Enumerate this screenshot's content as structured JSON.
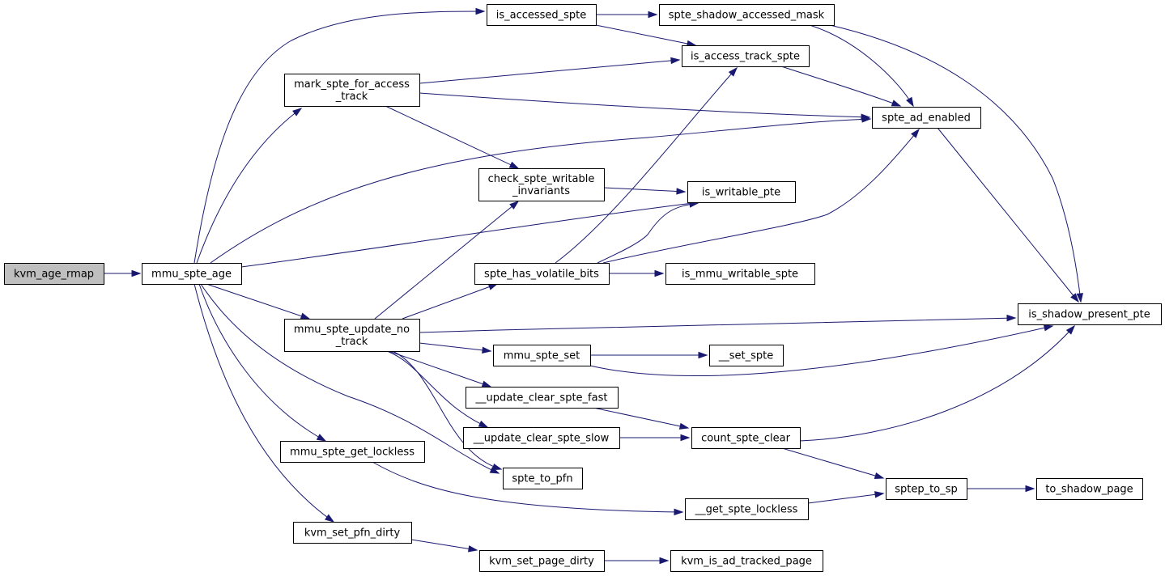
{
  "graph": {
    "edge_color": "#191970",
    "root_fill": "#bfbfbf",
    "node_fill": "#ffffff",
    "nodes": [
      {
        "id": "kvm_age_rmap",
        "lines": [
          "kvm_age_rmap"
        ],
        "root": true
      },
      {
        "id": "mmu_spte_age",
        "lines": [
          "mmu_spte_age"
        ]
      },
      {
        "id": "is_accessed_spte",
        "lines": [
          "is_accessed_spte"
        ]
      },
      {
        "id": "spte_shadow_accessed_mask",
        "lines": [
          "spte_shadow_accessed_mask"
        ]
      },
      {
        "id": "is_access_track_spte",
        "lines": [
          "is_access_track_spte"
        ]
      },
      {
        "id": "mark_spte_for_access_track",
        "lines": [
          "mark_spte_for_access",
          "_track"
        ]
      },
      {
        "id": "spte_ad_enabled",
        "lines": [
          "spte_ad_enabled"
        ]
      },
      {
        "id": "check_spte_writable_invariants",
        "lines": [
          "check_spte_writable",
          "_invariants"
        ]
      },
      {
        "id": "is_writable_pte",
        "lines": [
          "is_writable_pte"
        ]
      },
      {
        "id": "spte_has_volatile_bits",
        "lines": [
          "spte_has_volatile_bits"
        ]
      },
      {
        "id": "is_mmu_writable_spte",
        "lines": [
          "is_mmu_writable_spte"
        ]
      },
      {
        "id": "is_shadow_present_pte",
        "lines": [
          "is_shadow_present_pte"
        ]
      },
      {
        "id": "mmu_spte_update_no_track",
        "lines": [
          "mmu_spte_update_no",
          "_track"
        ]
      },
      {
        "id": "mmu_spte_set",
        "lines": [
          "mmu_spte_set"
        ]
      },
      {
        "id": "__set_spte",
        "lines": [
          "__set_spte"
        ]
      },
      {
        "id": "__update_clear_spte_fast",
        "lines": [
          "__update_clear_spte_fast"
        ]
      },
      {
        "id": "__update_clear_spte_slow",
        "lines": [
          "__update_clear_spte_slow"
        ]
      },
      {
        "id": "count_spte_clear",
        "lines": [
          "count_spte_clear"
        ]
      },
      {
        "id": "mmu_spte_get_lockless",
        "lines": [
          "mmu_spte_get_lockless"
        ]
      },
      {
        "id": "spte_to_pfn",
        "lines": [
          "spte_to_pfn"
        ]
      },
      {
        "id": "sptep_to_sp",
        "lines": [
          "sptep_to_sp"
        ]
      },
      {
        "id": "to_shadow_page",
        "lines": [
          "to_shadow_page"
        ]
      },
      {
        "id": "__get_spte_lockless",
        "lines": [
          "__get_spte_lockless"
        ]
      },
      {
        "id": "kvm_set_pfn_dirty",
        "lines": [
          "kvm_set_pfn_dirty"
        ]
      },
      {
        "id": "kvm_set_page_dirty",
        "lines": [
          "kvm_set_page_dirty"
        ]
      },
      {
        "id": "kvm_is_ad_tracked_page",
        "lines": [
          "kvm_is_ad_tracked_page"
        ]
      }
    ],
    "edges": [
      [
        "kvm_age_rmap",
        "mmu_spte_age"
      ],
      [
        "mmu_spte_age",
        "is_accessed_spte"
      ],
      [
        "mmu_spte_age",
        "mark_spte_for_access_track"
      ],
      [
        "mmu_spte_age",
        "spte_ad_enabled"
      ],
      [
        "mmu_spte_age",
        "is_writable_pte"
      ],
      [
        "mmu_spte_age",
        "mmu_spte_update_no_track"
      ],
      [
        "mmu_spte_age",
        "mmu_spte_get_lockless"
      ],
      [
        "mmu_spte_age",
        "spte_to_pfn"
      ],
      [
        "mmu_spte_age",
        "kvm_set_pfn_dirty"
      ],
      [
        "is_accessed_spte",
        "spte_shadow_accessed_mask"
      ],
      [
        "is_accessed_spte",
        "is_access_track_spte"
      ],
      [
        "spte_shadow_accessed_mask",
        "spte_ad_enabled"
      ],
      [
        "spte_shadow_accessed_mask",
        "is_shadow_present_pte"
      ],
      [
        "is_access_track_spte",
        "spte_ad_enabled"
      ],
      [
        "mark_spte_for_access_track",
        "is_access_track_spte"
      ],
      [
        "mark_spte_for_access_track",
        "spte_ad_enabled"
      ],
      [
        "mark_spte_for_access_track",
        "check_spte_writable_invariants"
      ],
      [
        "spte_ad_enabled",
        "is_shadow_present_pte"
      ],
      [
        "check_spte_writable_invariants",
        "is_writable_pte"
      ],
      [
        "spte_has_volatile_bits",
        "is_access_track_spte"
      ],
      [
        "spte_has_volatile_bits",
        "spte_ad_enabled"
      ],
      [
        "spte_has_volatile_bits",
        "is_writable_pte"
      ],
      [
        "spte_has_volatile_bits",
        "is_mmu_writable_spte"
      ],
      [
        "mmu_spte_update_no_track",
        "check_spte_writable_invariants"
      ],
      [
        "mmu_spte_update_no_track",
        "spte_has_volatile_bits"
      ],
      [
        "mmu_spte_update_no_track",
        "is_shadow_present_pte"
      ],
      [
        "mmu_spte_update_no_track",
        "mmu_spte_set"
      ],
      [
        "mmu_spte_update_no_track",
        "__update_clear_spte_fast"
      ],
      [
        "mmu_spte_update_no_track",
        "__update_clear_spte_slow"
      ],
      [
        "mmu_spte_update_no_track",
        "spte_to_pfn"
      ],
      [
        "mmu_spte_set",
        "__set_spte"
      ],
      [
        "mmu_spte_set",
        "is_shadow_present_pte"
      ],
      [
        "__update_clear_spte_fast",
        "count_spte_clear"
      ],
      [
        "__update_clear_spte_slow",
        "count_spte_clear"
      ],
      [
        "count_spte_clear",
        "is_shadow_present_pte"
      ],
      [
        "count_spte_clear",
        "sptep_to_sp"
      ],
      [
        "mmu_spte_get_lockless",
        "__get_spte_lockless"
      ],
      [
        "__get_spte_lockless",
        "sptep_to_sp"
      ],
      [
        "sptep_to_sp",
        "to_shadow_page"
      ],
      [
        "kvm_set_pfn_dirty",
        "kvm_set_page_dirty"
      ],
      [
        "kvm_set_page_dirty",
        "kvm_is_ad_tracked_page"
      ]
    ]
  }
}
